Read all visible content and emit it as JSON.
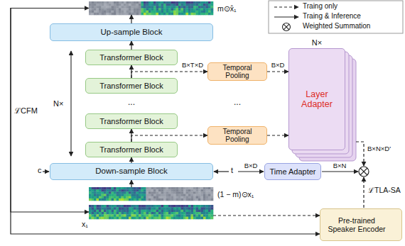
{
  "diagram": {
    "nodes": [
      {
        "text": [
          "m⊙x̂₁"
        ]
      },
      {
        "text": [
          "Up-sample Block"
        ]
      },
      {
        "text": [
          "Transformer Block"
        ]
      },
      {
        "text": [
          "Transformer Block"
        ]
      },
      {
        "text": [
          "Transformer Block"
        ]
      },
      {
        "text": [
          "Transformer Block"
        ]
      },
      {
        "text": [
          "Temporal Pooling"
        ]
      },
      {
        "text": [
          "Temporal Pooling"
        ]
      },
      {
        "text": [
          "Layer Adapter"
        ]
      },
      {
        "text": [
          "Down-sample Block"
        ]
      },
      {
        "text": [
          "Time Adapter"
        ]
      },
      {
        "text": [
          "(1 − m)⊙x₁"
        ]
      },
      {
        "text": [
          "x₁"
        ]
      },
      {
        "text": [
          "Pre-trained Speaker Encoder"
        ]
      }
    ],
    "edges": [
      {
        "from": 11,
        "to": 9,
        "arrow": "to"
      },
      {
        "from": 9,
        "to": 5,
        "arrow": "to"
      },
      {
        "from": 5,
        "to": 4,
        "arrow": "to"
      },
      {
        "from": 3,
        "to": 2,
        "arrow": "to"
      },
      {
        "from": 2,
        "to": 1,
        "arrow": "to"
      },
      {
        "from": 1,
        "to": 0,
        "arrow": "to"
      },
      {
        "from": 3,
        "to": 6,
        "label": "B×T×D",
        "arrow": "to"
      },
      {
        "from": 5,
        "to": 7,
        "arrow": "to"
      },
      {
        "from": 6,
        "to": 8,
        "label": "B×D",
        "arrow": "to"
      },
      {
        "from": 7,
        "to": 8,
        "arrow": "to"
      },
      {
        "from": 0,
        "to": 12,
        "label": "ℒCFM",
        "arrow": "both"
      },
      {
        "from": 0,
        "to": 13,
        "arrow": "to"
      },
      {
        "from": 12,
        "to": 13,
        "arrow": "to"
      }
    ],
    "labels": [
      "N×",
      "...",
      "N×",
      "...",
      "B×N×D'",
      "c",
      "t",
      "B×D",
      "B×N",
      "ℒTLA-SA"
    ],
    "legend": [
      {
        "text": "Traing only"
      },
      {
        "text": "Traing & Inference"
      },
      {
        "text": "Weighted Summation"
      }
    ]
  }
}
